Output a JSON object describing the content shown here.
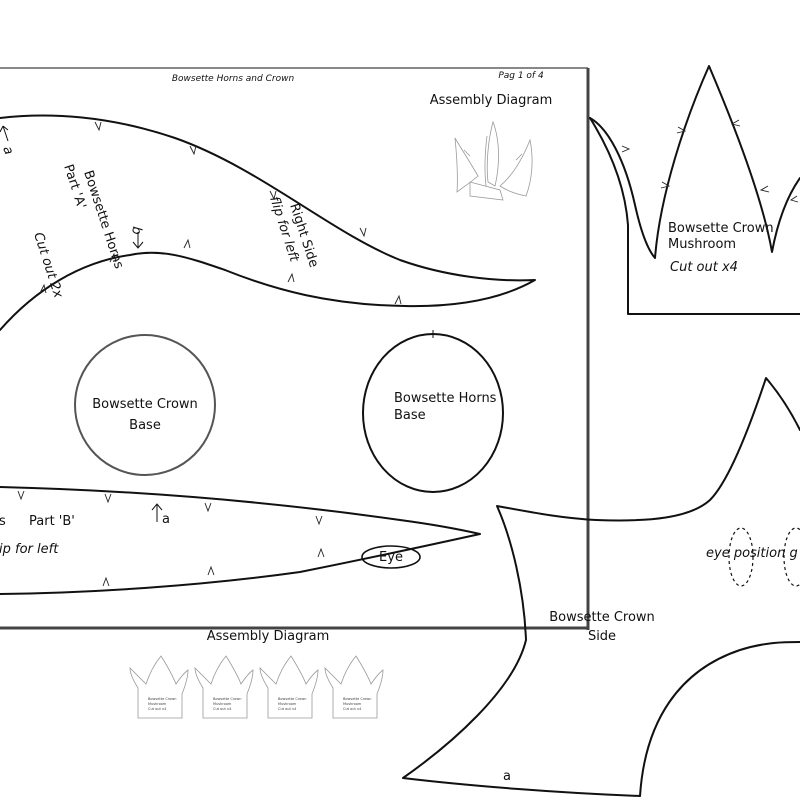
{
  "header": {
    "title": "Bowsette Horns and Crown",
    "page": "Pag 1 of 4"
  },
  "assembly": {
    "top_label": "Assembly Diagram",
    "bottom_label": "Assembly Diagram",
    "mini_piece_lines": [
      "Bowsette Crown",
      "Mushroom",
      "Cut out x4"
    ]
  },
  "horn_part_a": {
    "name": "Bowsette Horns",
    "part": "Part 'A'",
    "cut": "Cut out 2x",
    "side_1": "Right Side",
    "side_2": "flip for left",
    "marker_a": "a",
    "marker_b": "b"
  },
  "horn_part_b": {
    "name_fragment": "s",
    "part": "Part 'B'",
    "flip_fragment": "ip for left",
    "marker_a": "a",
    "eye": "Eye"
  },
  "crown_base": {
    "line1": "Bowsette Crown",
    "line2": "Base"
  },
  "horns_base": {
    "line1": "Bowsette Horns",
    "line2": "Base"
  },
  "crown_mushroom": {
    "line1": "Bowsette Crown",
    "line2": "Mushroom",
    "cut": "Cut out x4"
  },
  "crown_side": {
    "line1": "Bowsette Crown",
    "line2": "Side",
    "eye_guide": "eye position g",
    "marker_a": "a"
  }
}
